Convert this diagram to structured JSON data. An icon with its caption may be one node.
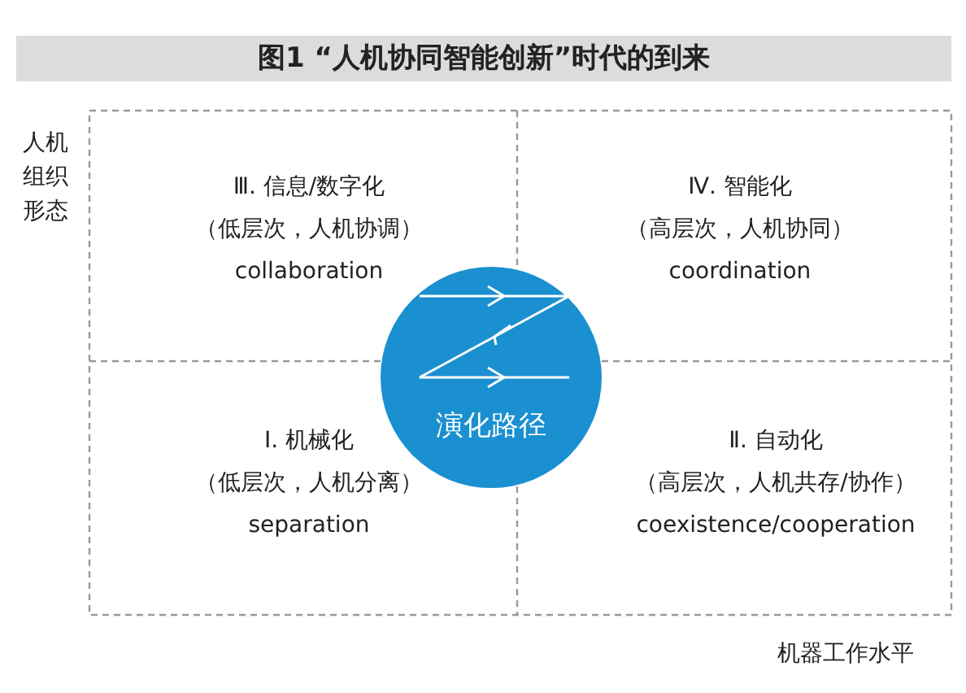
{
  "diagram": {
    "title": "图1 “人机协同智能创新”时代的到来",
    "nodes": [
      {
        "text": [
          "Ⅲ. 信息/数字化",
          "（低层次，人机协调）",
          "collaboration"
        ]
      },
      {
        "text": [
          "Ⅳ. 智能化",
          "（高层次，人机协同）",
          "coordination"
        ]
      },
      {
        "text": [
          "Ⅰ. 机械化",
          "（低层次，人机分离）",
          "separation"
        ]
      },
      {
        "text": [
          "Ⅱ. 自动化",
          "（高层次，人机共存/协作）",
          "coexistence/cooperation"
        ]
      },
      {
        "text": [
          "演化路径"
        ]
      }
    ],
    "edges": [],
    "labels": [
      "人机组织形态",
      "机器工作水平"
    ]
  }
}
